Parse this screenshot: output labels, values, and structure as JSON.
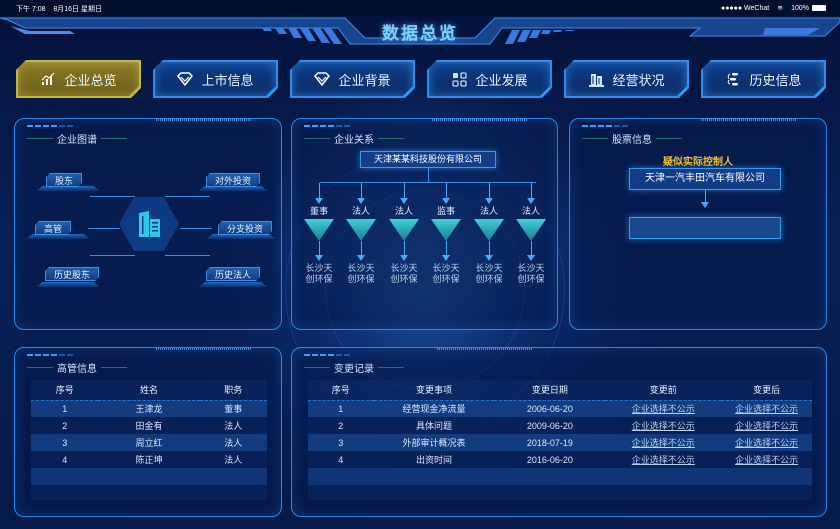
{
  "status_bar": {
    "time": "下午 7:08",
    "date": "8月16日 星期日",
    "carrier": "●●●●● WeChat",
    "battery": "100%"
  },
  "header": {
    "title": "数据总览"
  },
  "nav": [
    {
      "label": "企业总览",
      "icon": "bar-chart-icon",
      "active": true
    },
    {
      "label": "上市信息",
      "icon": "diamond-icon",
      "active": false
    },
    {
      "label": "企业背景",
      "icon": "diamond-icon",
      "active": false
    },
    {
      "label": "企业发展",
      "icon": "grid-icon",
      "active": false
    },
    {
      "label": "经营状况",
      "icon": "building-icon",
      "active": false
    },
    {
      "label": "历史信息",
      "icon": "flow-icon",
      "active": false
    }
  ],
  "graph_panel": {
    "title": "企业图谱",
    "left_tags": [
      "股东",
      "高管",
      "历史股东"
    ],
    "right_tags": [
      "对外投资",
      "分支投资",
      "历史法人"
    ]
  },
  "relation_panel": {
    "title": "企业关系",
    "company": "天津某某科技股份有限公司",
    "relations": [
      {
        "role": "董事",
        "name_line1": "长沙天",
        "name_line2": "创环保"
      },
      {
        "role": "法人",
        "name_line1": "长沙天",
        "name_line2": "创环保"
      },
      {
        "role": "法人",
        "name_line1": "长沙天",
        "name_line2": "创环保"
      },
      {
        "role": "监事",
        "name_line1": "长沙天",
        "name_line2": "创环保"
      },
      {
        "role": "法人",
        "name_line1": "长沙天",
        "name_line2": "创环保"
      },
      {
        "role": "法人",
        "name_line1": "长沙天",
        "name_line2": "创环保"
      }
    ]
  },
  "stock_panel": {
    "title": "股票信息",
    "controller_label": "疑似实际控制人",
    "controller": "天津一汽丰田汽车有限公司",
    "target": ""
  },
  "exec_panel": {
    "title": "高管信息",
    "columns": [
      "序号",
      "姓名",
      "职务"
    ],
    "rows": [
      [
        "1",
        "王津龙",
        "董事"
      ],
      [
        "2",
        "田金有",
        "法人"
      ],
      [
        "3",
        "周立红",
        "法人"
      ],
      [
        "4",
        "陈正坤",
        "法人"
      ]
    ]
  },
  "change_panel": {
    "title": "变更记录",
    "columns": [
      "序号",
      "变更事项",
      "变更日期",
      "变更前",
      "变更后"
    ],
    "rows": [
      [
        "1",
        "经营现金净流量",
        "2006-06-20",
        "企业选择不公示",
        "企业选择不公示"
      ],
      [
        "2",
        "具体问题",
        "2009-06-20",
        "企业选择不公示",
        "企业选择不公示"
      ],
      [
        "3",
        "外部审计概况表",
        "2018-07-19",
        "企业选择不公示",
        "企业选择不公示"
      ],
      [
        "4",
        "出资时间",
        "2016-06-20",
        "企业选择不公示",
        "企业选择不公示"
      ]
    ]
  },
  "colors": {
    "accent": "#2c86e8",
    "active_nav": "#8a7a24",
    "gold_text": "#f0c030",
    "title": "#7fd0ff"
  }
}
